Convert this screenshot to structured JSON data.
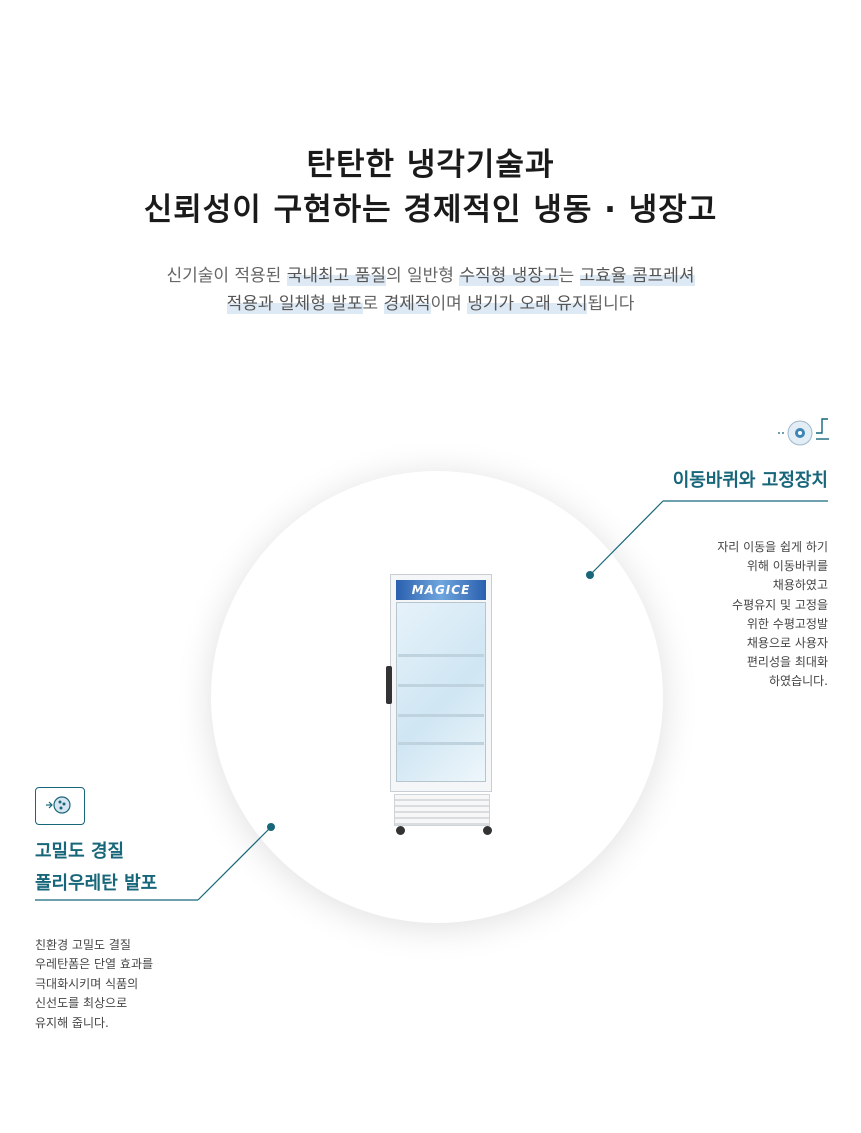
{
  "title": {
    "line1": "탄탄한 냉각기술과",
    "line2": "신뢰성이 구현하는 경제적인 냉동 · 냉장고"
  },
  "subtitle": {
    "line1": [
      {
        "text": "신기술이 적용된 ",
        "hl": false
      },
      {
        "text": "국내최고 품질",
        "hl": true
      },
      {
        "text": "의 일반형 ",
        "hl": false
      },
      {
        "text": "수직형 냉장고",
        "hl": true
      },
      {
        "text": "는 ",
        "hl": false
      },
      {
        "text": "고효율 콤프레셔",
        "hl": true
      }
    ],
    "line2": [
      {
        "text": "적용과 일체형 발포",
        "hl": true
      },
      {
        "text": "로 ",
        "hl": false
      },
      {
        "text": "경제적",
        "hl": true
      },
      {
        "text": "이며 ",
        "hl": false
      },
      {
        "text": "냉기가 오래 유지",
        "hl": true
      },
      {
        "text": "됩니다",
        "hl": false
      }
    ]
  },
  "product": {
    "logo": "MAGICE"
  },
  "feature_right": {
    "icon": "wheel-icon",
    "heading": "이동바퀴와 고정장치",
    "description": [
      "자리 이동을 쉽게 하기",
      "위해 이동바퀴를",
      "채용하였고",
      "수평유지 및 고정을",
      "위한 수평고정발",
      "채용으로 사용자",
      "편리성을 최대화",
      "하였습니다."
    ]
  },
  "feature_left": {
    "icon": "foam-insulation-icon",
    "heading_line1": "고밀도 경질",
    "heading_line2": "폴리우레탄 발포",
    "description": [
      "친환경 고밀도 결질",
      "우레탄폼은 단열 효과를",
      "극대화시키며 식품의",
      "신선도를 최상으로",
      "유지해 줍니다."
    ]
  },
  "colors": {
    "accent": "#17667a",
    "highlight": "#dde9f4",
    "text": "#444444"
  }
}
